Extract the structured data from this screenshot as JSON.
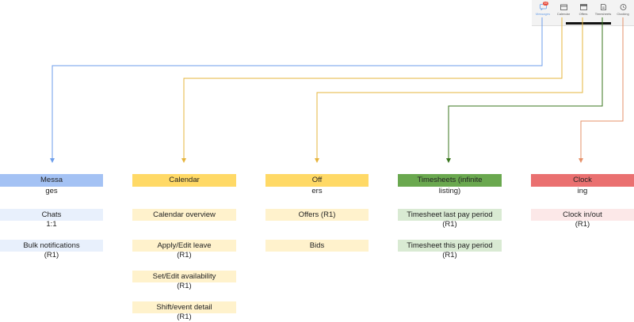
{
  "tabs": [
    {
      "label": "Messages",
      "badge": "16",
      "icon": "message-icon",
      "active": true
    },
    {
      "label": "Calendar",
      "icon": "calendar-icon"
    },
    {
      "label": "Offers",
      "icon": "offers-icon"
    },
    {
      "label": "Timesheets",
      "icon": "timesheet-icon"
    },
    {
      "label": "Clocking",
      "icon": "clock-icon"
    }
  ],
  "columns": [
    {
      "head": {
        "line1": "Messa",
        "line2": "ges",
        "color": "#a4c2f4"
      },
      "items": [
        {
          "line1": "Chats",
          "line2": "1:1",
          "color": "#e8f0fc"
        },
        {
          "line1": "Bulk notifications",
          "line2": "(R1)",
          "color": "#e8f0fc"
        }
      ],
      "wire_color": "#6d9eeb"
    },
    {
      "head": {
        "line1": "Calendar",
        "line2": "",
        "color": "#ffd966"
      },
      "items": [
        {
          "line1": "Calendar overview",
          "line2": "",
          "color": "#fff2cc"
        },
        {
          "line1": "Apply/Edit leave",
          "line2": "(R1)",
          "color": "#fff2cc"
        },
        {
          "line1": "Set/Edit availability",
          "line2": "(R1)",
          "color": "#fff2cc"
        },
        {
          "line1": "Shift/event detail",
          "line2": "(R1)",
          "color": "#fff2cc"
        }
      ],
      "wire_color": "#e6b43c"
    },
    {
      "head": {
        "line1": "Off",
        "line2": "ers",
        "color": "#ffd966"
      },
      "items": [
        {
          "line1": "Offers  (R1)",
          "line2": "",
          "color": "#fff2cc"
        },
        {
          "line1": "Bids",
          "line2": "",
          "color": "#fff2cc"
        }
      ],
      "wire_color": "#e6b43c"
    },
    {
      "head": {
        "line1": "Timesheets (infinite",
        "line2": "listing)",
        "color": "#6aa84f"
      },
      "items": [
        {
          "line1": "Timesheet last pay period",
          "line2": "(R1)",
          "color": "#d9ead3"
        },
        {
          "line1": "Timesheet this pay period",
          "line2": "(R1)",
          "color": "#d9ead3"
        }
      ],
      "wire_color": "#38761d"
    },
    {
      "head": {
        "line1": "Clock",
        "line2": "ing",
        "color": "#ea7070"
      },
      "items": [
        {
          "line1": "Clock in/out",
          "line2": "(R1)",
          "color": "#fce8e8"
        }
      ],
      "wire_color": "#e6916a"
    }
  ]
}
